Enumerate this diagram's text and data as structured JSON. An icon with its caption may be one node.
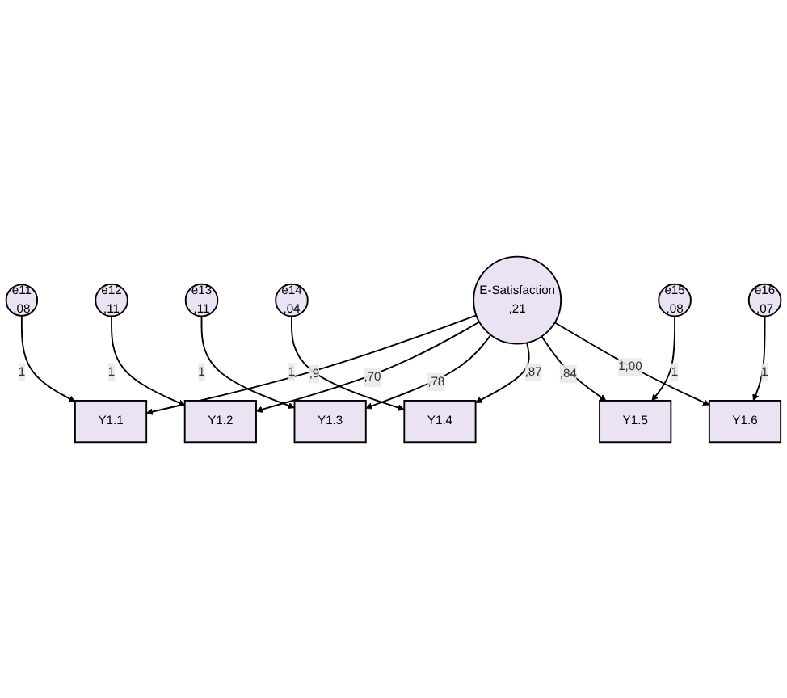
{
  "diagram": {
    "nodes": [
      {
        "text": [
          "e11",
          ",08"
        ]
      },
      {
        "text": [
          "e12",
          ",11"
        ]
      },
      {
        "text": [
          "e13",
          ",11"
        ]
      },
      {
        "text": [
          "e14",
          ",04"
        ]
      },
      {
        "text": [
          "e15",
          ",08"
        ]
      },
      {
        "text": [
          "e16",
          ",07"
        ]
      },
      {
        "text": [
          "Y1.1"
        ]
      },
      {
        "text": [
          "Y1.2"
        ]
      },
      {
        "text": [
          "Y1.3"
        ]
      },
      {
        "text": [
          "Y1.4"
        ]
      },
      {
        "text": [
          "Y1.5"
        ]
      },
      {
        "text": [
          "Y1.6"
        ]
      },
      {
        "text": [
          "E-Satisfaction",
          ",21"
        ]
      }
    ],
    "edges": [
      {
        "from": 0,
        "to": 6,
        "arrow": "to",
        "label": "1"
      },
      {
        "from": 1,
        "to": 7,
        "arrow": "to",
        "label": "1"
      },
      {
        "from": 2,
        "to": 8,
        "arrow": "to",
        "label": "1"
      },
      {
        "from": 3,
        "to": 9,
        "arrow": "to",
        "label": "1"
      },
      {
        "from": 4,
        "to": 10,
        "arrow": "to",
        "label": "1"
      },
      {
        "from": 5,
        "to": 11,
        "arrow": "to",
        "label": "1"
      },
      {
        "from": 12,
        "to": 6,
        "arrow": "to",
        "label": ",9"
      },
      {
        "from": 12,
        "to": 7,
        "arrow": "to",
        "label": ",70"
      },
      {
        "from": 12,
        "to": 8,
        "arrow": "to",
        "label": ",78"
      },
      {
        "from": 12,
        "to": 9,
        "arrow": "to",
        "label": ",87"
      },
      {
        "from": 12,
        "to": 10,
        "arrow": "to",
        "label": ",84"
      },
      {
        "from": 12,
        "to": 11,
        "arrow": "to",
        "label": "1,00"
      }
    ]
  }
}
